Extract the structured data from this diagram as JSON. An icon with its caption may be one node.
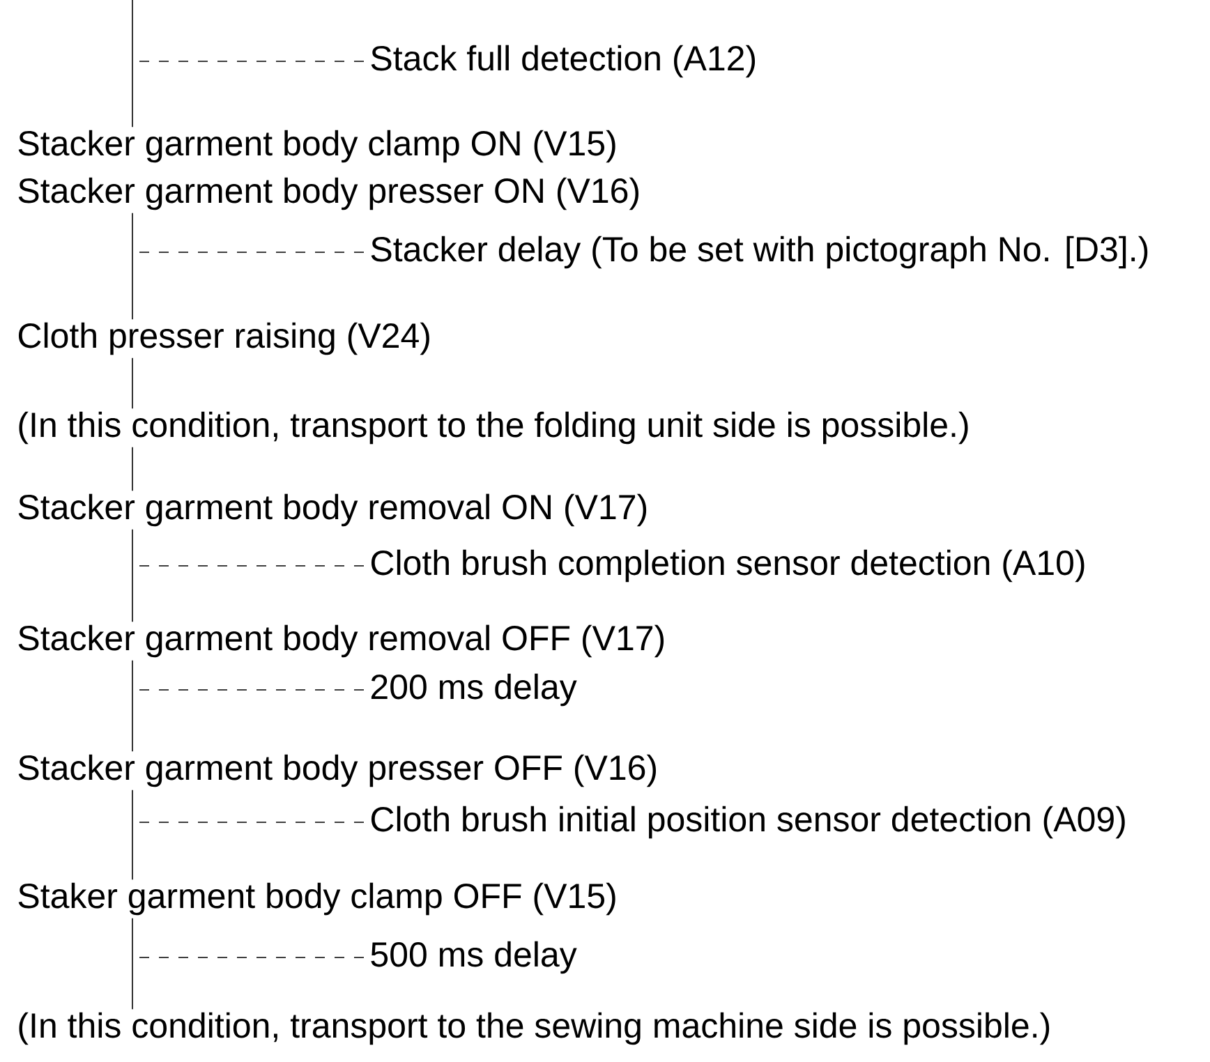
{
  "diagram": {
    "nodes": [
      {
        "text": [
          "Stack full detection (A12)"
        ]
      },
      {
        "text": [
          "Stacker garment body clamp ON (V15)"
        ]
      },
      {
        "text": [
          "Stacker garment body presser ON (V16)"
        ]
      },
      {
        "text": [
          "Stacker delay (To be set with pictograph No. [D3].)"
        ]
      },
      {
        "text": [
          "Cloth presser raising (V24)"
        ]
      },
      {
        "text": [
          "(In this condition, transport to the folding unit side is possible.)"
        ]
      },
      {
        "text": [
          "Stacker garment body removal ON (V17)"
        ]
      },
      {
        "text": [
          "Cloth brush completion sensor detection (A10)"
        ]
      },
      {
        "text": [
          "Stacker garment body removal OFF (V17)"
        ]
      },
      {
        "text": [
          "200 ms delay"
        ]
      },
      {
        "text": [
          "Stacker garment body presser OFF (V16)"
        ]
      },
      {
        "text": [
          "Cloth brush initial position sensor detection (A09)"
        ]
      },
      {
        "text": [
          "Staker garment body clamp OFF (V15)"
        ]
      },
      {
        "text": [
          "500 ms delay"
        ]
      },
      {
        "text": [
          "(In this condition, transport to the sewing machine side is possible.)"
        ]
      }
    ],
    "edges": [
      {
        "from": null,
        "to": 1,
        "arrow": "none"
      },
      {
        "from": 0,
        "to": null,
        "arrow": "none",
        "style": "dashed"
      },
      {
        "from": 2,
        "to": 4,
        "arrow": "none"
      },
      {
        "from": 3,
        "to": null,
        "arrow": "none",
        "style": "dashed"
      },
      {
        "from": 4,
        "to": 5,
        "arrow": "none"
      },
      {
        "from": 5,
        "to": 6,
        "arrow": "none"
      },
      {
        "from": 6,
        "to": 8,
        "arrow": "none"
      },
      {
        "from": 7,
        "to": null,
        "arrow": "none",
        "style": "dashed"
      },
      {
        "from": 8,
        "to": 10,
        "arrow": "none"
      },
      {
        "from": 9,
        "to": null,
        "arrow": "none",
        "style": "dashed"
      },
      {
        "from": 10,
        "to": 12,
        "arrow": "none"
      },
      {
        "from": 11,
        "to": null,
        "arrow": "none",
        "style": "dashed"
      },
      {
        "from": 12,
        "to": 14,
        "arrow": "none"
      },
      {
        "from": 13,
        "to": null,
        "arrow": "none",
        "style": "dashed"
      }
    ]
  }
}
